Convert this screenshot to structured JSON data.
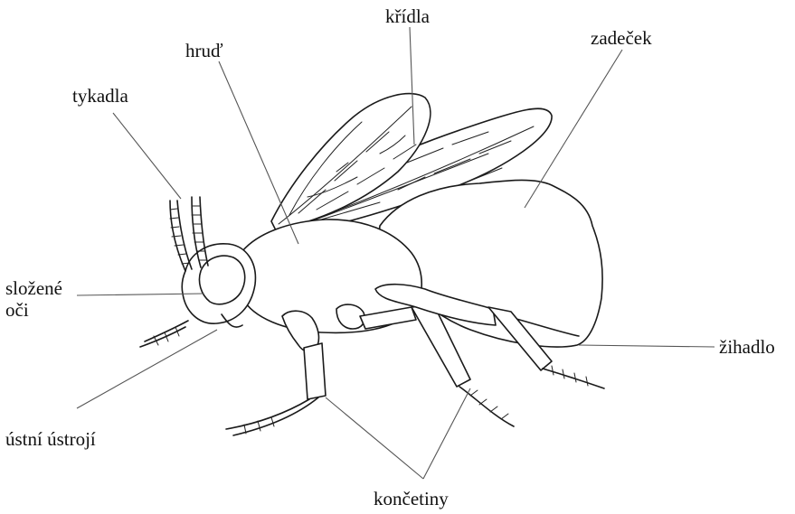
{
  "labels": {
    "wings": "křídla",
    "thorax": "hruď",
    "abdomen": "zadeček",
    "antennae": "tykadla",
    "compound_eyes_line1": "složené",
    "compound_eyes_line2": "oči",
    "sting": "žihadlo",
    "mouthparts": "ústní ústrojí",
    "legs": "končetiny"
  },
  "colors": {
    "ink": "#1a1a1a",
    "leader": "#555555",
    "background": "#ffffff"
  }
}
